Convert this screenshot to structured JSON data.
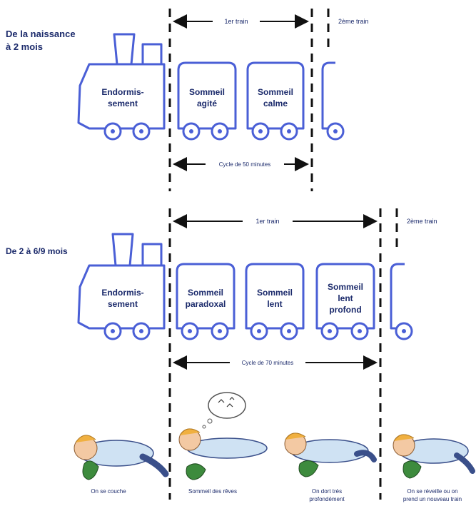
{
  "section1": {
    "title_line1": "De la naissance",
    "title_line2": "à 2 mois",
    "train1_label": "1er train",
    "train2_label": "2ème train",
    "cars": [
      {
        "line1": "Endormis-",
        "line2": "sement"
      },
      {
        "line1": "Sommeil",
        "line2": "agité"
      },
      {
        "line1": "Sommeil",
        "line2": "calme"
      }
    ],
    "cycle_label": "Cycle de 50 minutes"
  },
  "section2": {
    "title": "De 2 à 6/9 mois",
    "train1_label": "1er train",
    "train2_label": "2ème train",
    "cars": [
      {
        "line1": "Endormis-",
        "line2": "sement",
        "line3": ""
      },
      {
        "line1": "Sommeil",
        "line2": "paradoxal",
        "line3": ""
      },
      {
        "line1": "Sommeil",
        "line2": "lent",
        "line3": ""
      },
      {
        "line1": "Sommeil",
        "line2": "lent",
        "line3": "profond"
      }
    ],
    "cycle_label": "Cycle de 70 minutes"
  },
  "captions": [
    {
      "line1": "On se couche",
      "line2": ""
    },
    {
      "line1": "Sommeil des rêves",
      "line2": ""
    },
    {
      "line1": "On dort très",
      "line2": "profondément"
    },
    {
      "line1": "On se réveille ou on",
      "line2": "prend un nouveau train"
    }
  ],
  "colors": {
    "train_outline": "#4a5fd6",
    "text": "#1b2a6b",
    "skin": "#f3c9a3",
    "hair": "#f0b040",
    "pajama": "#cfe2f3",
    "toy": "#3d8b3d"
  }
}
